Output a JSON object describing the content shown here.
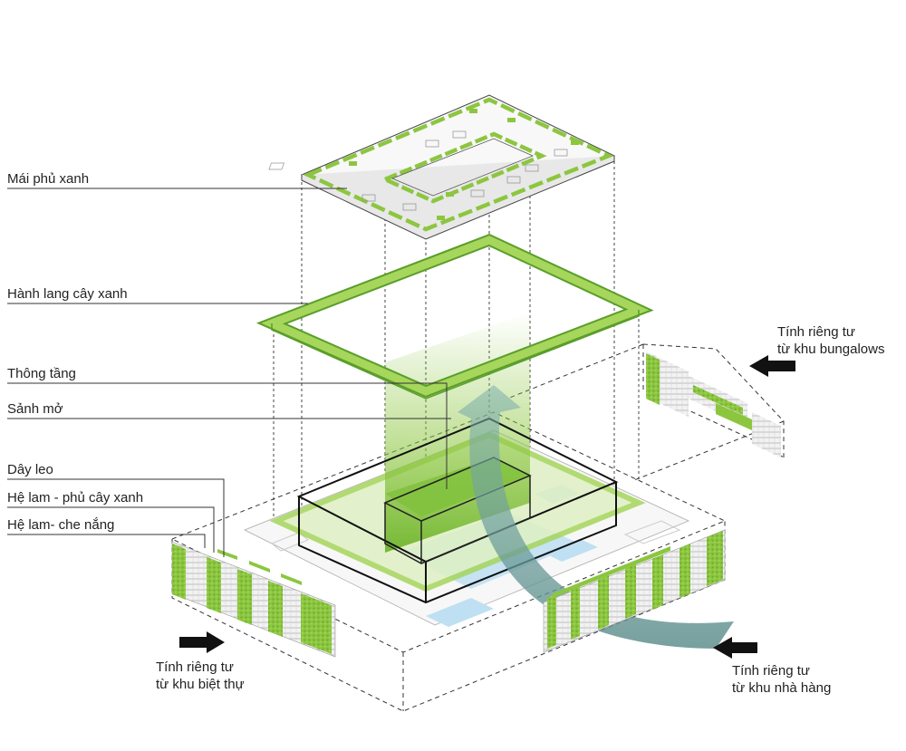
{
  "labels": {
    "roof": "Mái phủ xanh",
    "corridor": "Hành lang cây xanh",
    "void": "Thông tầng",
    "lobby": "Sảnh mở",
    "vines": "Dây leo",
    "louver_green": "Hệ lam - phủ cây xanh",
    "louver_shade": "Hệ lam- che nắng"
  },
  "privacy_notes": {
    "bungalows": {
      "line1": "Tính riêng tư",
      "line2": "từ khu bungalows"
    },
    "villas": {
      "line1": "Tính riêng tư",
      "line2": "từ khu biệt thự"
    },
    "restaurant": {
      "line1": "Tính riêng tư",
      "line2": "từ khu nhà hàng"
    }
  },
  "colors": {
    "green": "#8cc63f",
    "green_dark": "#5a9e2a",
    "green_light": "#cfe8a8",
    "teal": "#6f9e9c",
    "blue": "#bfe0f2",
    "arrow": "#111111",
    "line": "#333333"
  },
  "icons": {
    "privacy_arrow": "black-arrow-icon",
    "wind_flow": "curved-airflow-arrow"
  }
}
